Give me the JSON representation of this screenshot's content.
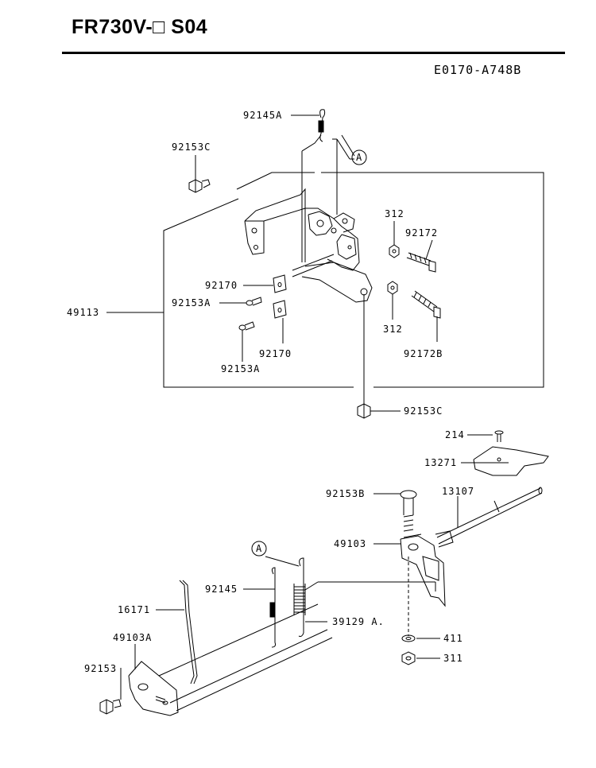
{
  "header": {
    "title": "FR730V-□ S04",
    "drawing_code": "E0170-A748B"
  },
  "callouts": {
    "a_top": "A",
    "a_bottom": "A"
  },
  "labels": {
    "p92145A": "92145A",
    "p92153C_top": "92153C",
    "p312_top": "312",
    "p92172": "92172",
    "p92170_top": "92170",
    "p92153A_left": "92153A",
    "p49113": "49113",
    "p312_bottom": "312",
    "p92170_bottom": "92170",
    "p92172B": "92172B",
    "p92153A_bottom": "92153A",
    "p92153C_bottom": "92153C",
    "p214": "214",
    "p13271": "13271",
    "p92153B": "92153B",
    "p13107": "13107",
    "p49103": "49103",
    "p92145": "92145",
    "p16171": "16171",
    "p39129": "39129 A.",
    "p49103A": "49103A",
    "p411": "411",
    "p92153": "92153",
    "p311": "311"
  }
}
